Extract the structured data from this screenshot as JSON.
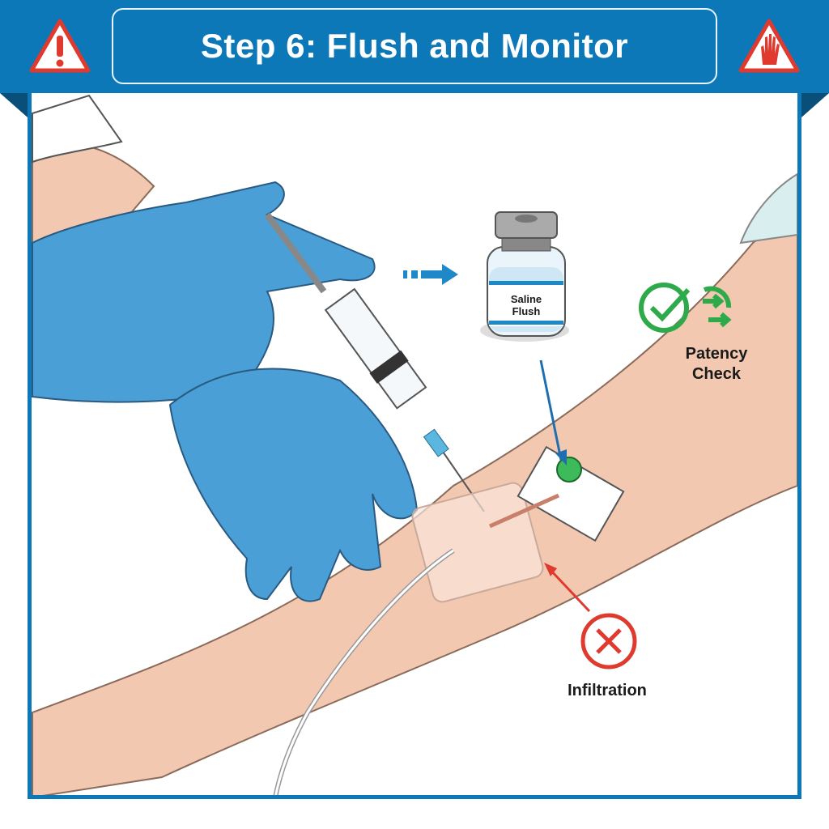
{
  "header": {
    "title": "Step 6: Flush and Monitor",
    "left_icon": "warning-exclamation-icon",
    "right_icon": "warning-hand-icon"
  },
  "vial": {
    "label_line1": "Saline",
    "label_line2": "Flush"
  },
  "patency": {
    "label_line1": "Patency",
    "label_line2": "Check",
    "icon": "check-circle-arrows-icon",
    "color": "#2eaa4a"
  },
  "infiltration": {
    "label": "Infiltration",
    "icon": "x-circle-icon",
    "color": "#e03a2f"
  },
  "colors": {
    "brand": "#0c78b8",
    "glove": "#4a9fd6",
    "skin": "#f2c8b0"
  }
}
